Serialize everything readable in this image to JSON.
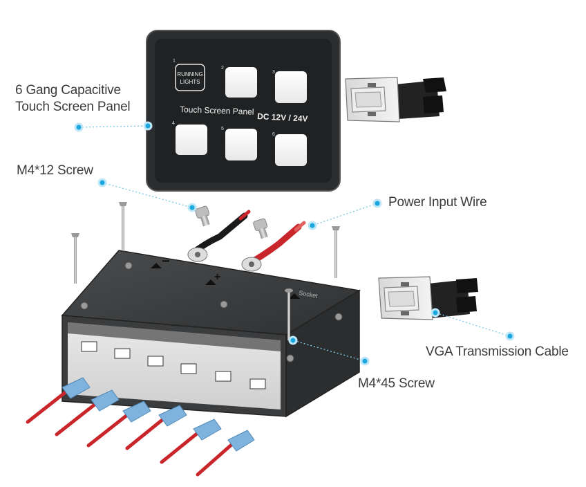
{
  "labels": {
    "panel_line1": "6 Gang Capacitive",
    "panel_line2": "Touch Screen Panel",
    "m4x12": "M4*12 Screw",
    "power": "Power Input Wire",
    "vga": "VGA Transmission Cable",
    "m4x45": "M4*45 Screw"
  },
  "panel": {
    "buttons": [
      {
        "number": "1",
        "line1": "RUNNING",
        "line2": "LIGHTS"
      },
      {
        "number": "2",
        "line1": "",
        "line2": ""
      },
      {
        "number": "3",
        "line1": "",
        "line2": ""
      },
      {
        "number": "4",
        "line1": "",
        "line2": ""
      },
      {
        "number": "5",
        "line1": "",
        "line2": ""
      },
      {
        "number": "6",
        "line1": "",
        "line2": ""
      }
    ],
    "title": "Touch Screen Panel",
    "voltage": "DC 12V / 24V"
  },
  "box": {
    "minus": "−",
    "plus": "+",
    "socket": "Socket"
  },
  "colors": {
    "callout_dot": "#1aa7e0",
    "leader": "#7ec8e8",
    "panel_body": "#2b2d30",
    "box_body": "#3a3c3e",
    "wire_red": "#c8262a",
    "connector_blue": "#7fb3de"
  }
}
